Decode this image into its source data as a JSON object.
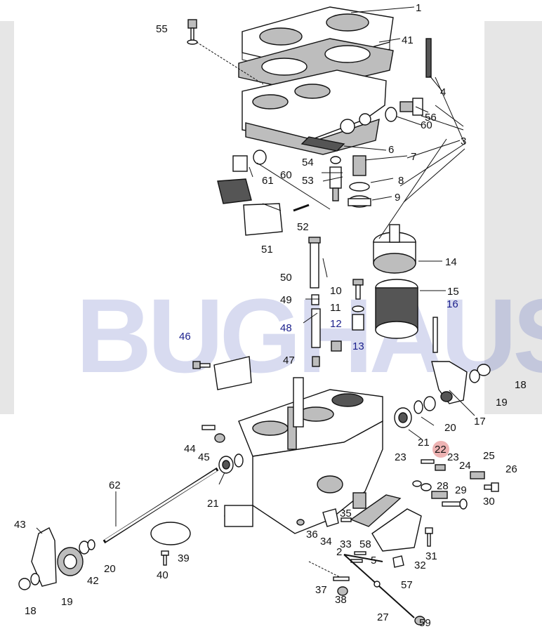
{
  "watermark": "BUGHAUS",
  "highlight_color": "#e89a9a",
  "accent_blue": "#1a1f8c",
  "labels": {
    "l1": "1",
    "l41": "41",
    "l55": "55",
    "l4": "4",
    "l56": "56",
    "l60a": "60",
    "l3": "3",
    "l6": "6",
    "l7": "7",
    "l54": "54",
    "l60b": "60",
    "l61": "61",
    "l8": "8",
    "l53": "53",
    "l9": "9",
    "l52": "52",
    "l51": "51",
    "l14": "14",
    "l50": "50",
    "l10": "10",
    "l15": "15",
    "l49": "49",
    "l11": "11",
    "l12": "12",
    "l48": "48",
    "l16": "16",
    "l13": "13",
    "l46": "46",
    "l47": "47",
    "l18a": "18",
    "l19a": "19",
    "l17": "17",
    "l20a": "20",
    "l21a": "21",
    "l22": "22",
    "l44": "44",
    "l45": "45",
    "l23a": "23",
    "l23b": "23",
    "l25": "25",
    "l24": "24",
    "l26": "26",
    "l28": "28",
    "l29": "29",
    "l62": "62",
    "l21b": "21",
    "l30": "30",
    "l35": "35",
    "l43": "43",
    "l36": "36",
    "l34": "34",
    "l33": "33",
    "l58": "58",
    "l2": "2",
    "l39": "39",
    "l5": "5",
    "l31": "31",
    "l20b": "20",
    "l32": "32",
    "l42": "42",
    "l40": "40",
    "l57": "57",
    "l37": "37",
    "l19b": "19",
    "l38": "38",
    "l18b": "18",
    "l27": "27",
    "l59": "59"
  }
}
